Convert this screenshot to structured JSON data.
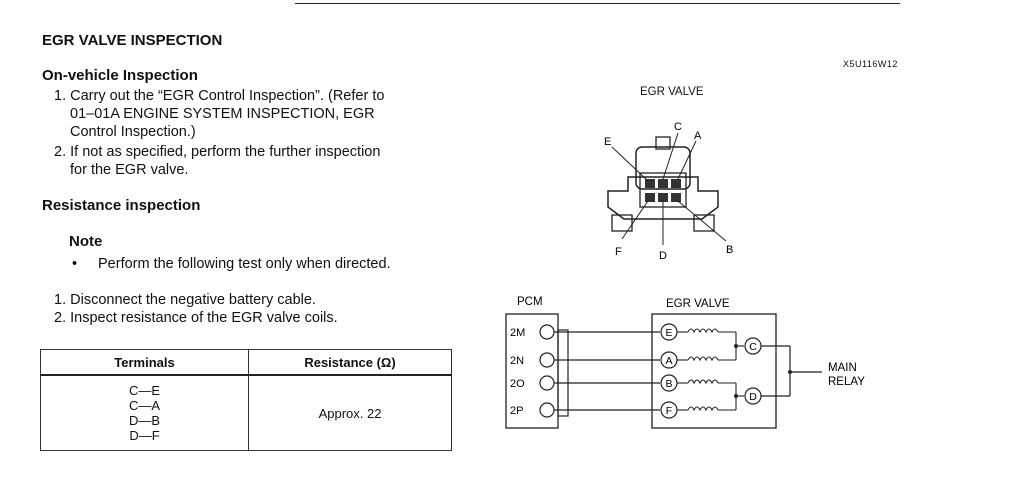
{
  "title": "EGR VALVE INSPECTION",
  "code": "X5U116W12",
  "onvehicle": {
    "heading": "On-vehicle Inspection",
    "steps": [
      "1. Carry out the “EGR Control Inspection”. (Refer to",
      "01–01A ENGINE SYSTEM INSPECTION, EGR",
      "Control Inspection.)",
      "2. If not as specified, perform the further inspection",
      "for the EGR valve."
    ]
  },
  "resistance": {
    "heading": "Resistance inspection",
    "note_heading": "Note",
    "note_bullet": "•",
    "note_text": "Perform the following test only when directed.",
    "steps": [
      "1. Disconnect the negative battery cable.",
      "2. Inspect resistance of the EGR valve coils."
    ]
  },
  "table": {
    "headers": [
      "Terminals",
      "Resistance (Ω)"
    ],
    "terminals": [
      "C—E",
      "C—A",
      "D—B",
      "D—F"
    ],
    "resistance": "Approx. 22"
  },
  "connector_diagram": {
    "title": "EGR VALVE",
    "pins": [
      "E",
      "C",
      "A",
      "F",
      "D",
      "B"
    ]
  },
  "wiring_diagram": {
    "pcm_label": "PCM",
    "valve_label": "EGR VALVE",
    "pcm_terminals": [
      "2M",
      "2N",
      "2O",
      "2P"
    ],
    "valve_terminals": [
      "E",
      "A",
      "B",
      "F"
    ],
    "common_terminals": [
      "C",
      "D"
    ],
    "relay_label_1": "MAIN",
    "relay_label_2": "RELAY"
  }
}
